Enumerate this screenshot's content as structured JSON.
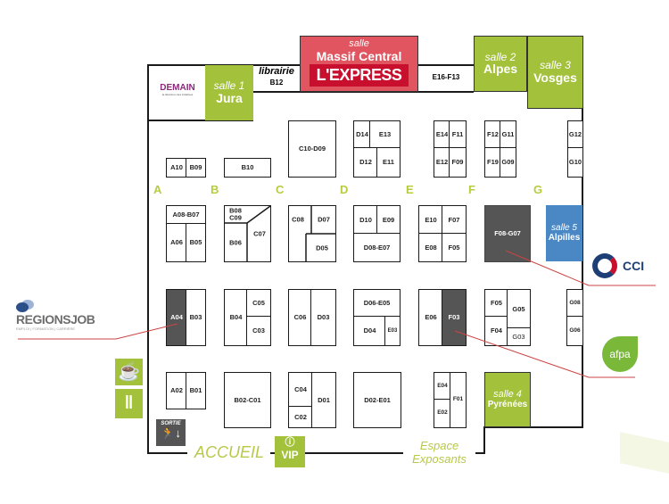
{
  "header": {
    "demain": "DEMAIN",
    "demain_tagline": "la télévision des initiatives",
    "librairie": "librairie",
    "librairie_booth": "B12",
    "e16_f13": "E16-F13"
  },
  "rooms": {
    "massif": {
      "prefix": "salle",
      "name": "Massif Central",
      "sponsor": "L'EXPRESS"
    },
    "salle1": {
      "prefix": "salle 1",
      "name": "Jura"
    },
    "salle2": {
      "prefix": "salle 2",
      "name": "Alpes"
    },
    "salle3": {
      "prefix": "salle 3",
      "name": "Vosges"
    },
    "salle4": {
      "prefix": "salle 4",
      "name": "Pyrénées"
    },
    "salle5": {
      "prefix": "salle 5",
      "name": "Alpilles"
    }
  },
  "columns": [
    "A",
    "B",
    "C",
    "D",
    "E",
    "F",
    "G"
  ],
  "booths": [
    "A10",
    "B09",
    "B10",
    "C10-D09",
    "D14",
    "E13",
    "D12",
    "E11",
    "E14",
    "F11",
    "E12",
    "F09",
    "F12",
    "G11",
    "F19",
    "G09",
    "G12",
    "G10",
    "A08-B07",
    "A06",
    "B05",
    "B08 C09",
    "B06",
    "C07",
    "C08",
    "D07",
    "D05",
    "D10",
    "E09",
    "D08-E07",
    "E10",
    "F07",
    "E08",
    "F05",
    "F08-G07",
    "A04",
    "B03",
    "B04",
    "C05",
    "C03",
    "C06",
    "D03",
    "D06-E05",
    "D04",
    "E03",
    "E06",
    "F03",
    "F05",
    "F04",
    "G05",
    "G03",
    "G08",
    "G06",
    "A02",
    "B01",
    "B02-C01",
    "C04",
    "C02",
    "D01",
    "D02-E01",
    "E04",
    "E02",
    "F01"
  ],
  "entrances": {
    "accueil": "ACCUEIL",
    "vip": "VIP",
    "espace": "Espace",
    "exposants": "Exposants",
    "sortie": "SORTIE"
  },
  "exhibitors": {
    "cci": "CCI",
    "regionsjob": "REGIONSJOB",
    "regionsjob_tagline": "EMPLOI | FORMATION | CARRIÈRE",
    "afpa": "afpa"
  },
  "colors": {
    "green": "#a3c13a",
    "red": "#e05560",
    "blue": "#4a87c5",
    "dark": "#555555"
  }
}
